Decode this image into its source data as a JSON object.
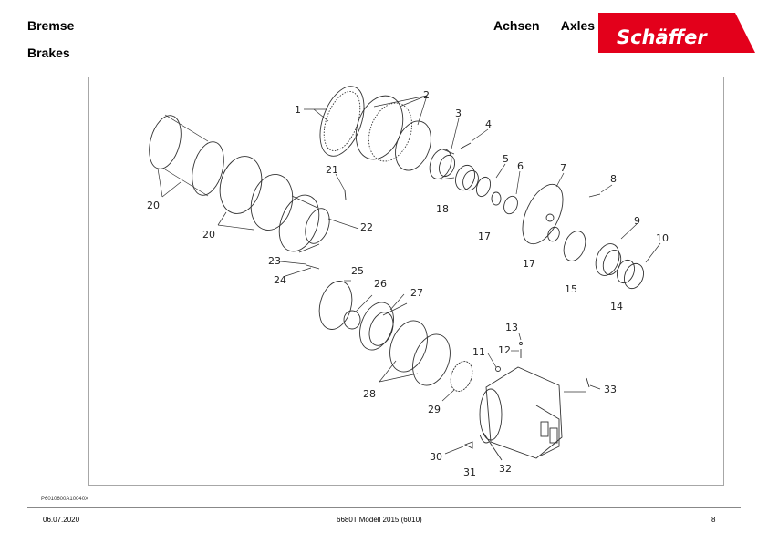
{
  "header": {
    "title_de": "Bremse",
    "title_en": "Brakes",
    "section": "Achsen   Axles",
    "logo_text": "Schäffer",
    "brand_color": "#e3001b"
  },
  "diagram": {
    "callouts": [
      "1",
      "2",
      "3",
      "4",
      "5",
      "6",
      "7",
      "8",
      "9",
      "10",
      "11",
      "12",
      "13",
      "14",
      "15",
      "17",
      "17",
      "18",
      "20",
      "20",
      "21",
      "22",
      "23",
      "24",
      "25",
      "26",
      "27",
      "28",
      "29",
      "30",
      "31",
      "32",
      "33"
    ]
  },
  "footer": {
    "doc_code": "P6010600A10040X",
    "date": "06.07.2020",
    "model": "6680T Modell 2015 (6010)",
    "page": "8"
  }
}
